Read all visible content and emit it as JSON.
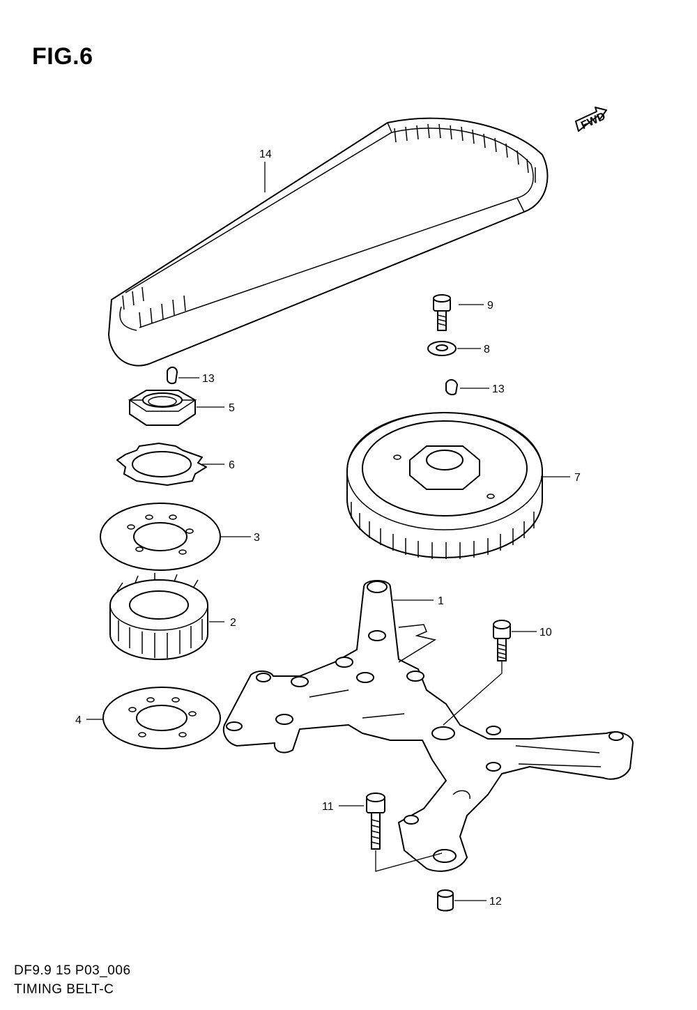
{
  "figure": {
    "title": "FIG.6"
  },
  "direction_badge": {
    "label": "FWD"
  },
  "footer": {
    "code": "DF9.9 15 P03_006",
    "name": "TIMING BELT-C"
  },
  "callouts": [
    {
      "id": "14",
      "label": "14"
    },
    {
      "id": "9",
      "label": "9"
    },
    {
      "id": "8",
      "label": "8"
    },
    {
      "id": "13a",
      "label": "13"
    },
    {
      "id": "13b",
      "label": "13"
    },
    {
      "id": "5",
      "label": "5"
    },
    {
      "id": "6",
      "label": "6"
    },
    {
      "id": "7",
      "label": "7"
    },
    {
      "id": "3",
      "label": "3"
    },
    {
      "id": "1",
      "label": "1"
    },
    {
      "id": "2",
      "label": "2"
    },
    {
      "id": "10",
      "label": "10"
    },
    {
      "id": "4",
      "label": "4"
    },
    {
      "id": "11",
      "label": "11"
    },
    {
      "id": "12",
      "label": "12"
    }
  ]
}
